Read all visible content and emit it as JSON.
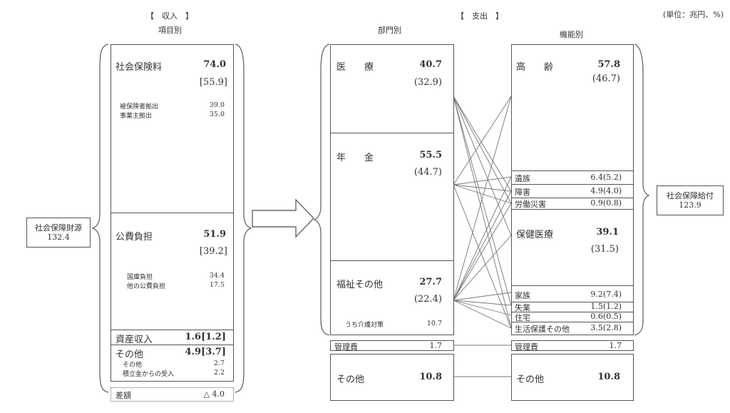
{
  "unit": "(単位：兆円、%)",
  "income": {
    "header": "【　収入　】",
    "subheader": "項目別",
    "source_total": {
      "label": "社会保障財源",
      "value": "132.4"
    },
    "items": [
      {
        "label": "社会保険料",
        "value": "74.0",
        "share": "[55.9]",
        "sub": [
          {
            "label": "被保険者拠出",
            "value": "39.0"
          },
          {
            "label": "事業主拠出",
            "value": "35.0"
          }
        ]
      },
      {
        "label": "公費負担",
        "value": "51.9",
        "share": "[39.2]",
        "sub": [
          {
            "label": "国庫負担",
            "value": "34.4"
          },
          {
            "label": "他の公費負担",
            "value": "17.5"
          }
        ]
      },
      {
        "label": "資産収入",
        "value": "1.6[1.2]"
      },
      {
        "label": "その他",
        "value": "4.9[3.7]",
        "sub": [
          {
            "label": "その他",
            "value": "2.7"
          },
          {
            "label": "積立金からの受入",
            "value": "2.2"
          }
        ]
      }
    ],
    "difference": {
      "label": "差額",
      "value": "△ 4.0"
    }
  },
  "expenditure": {
    "header": "【　支出　】",
    "by_sector": {
      "subheader": "部門別",
      "items": [
        {
          "label": "医　　療",
          "value": "40.7",
          "share": "(32.9)"
        },
        {
          "label": "年　　金",
          "value": "55.5",
          "share": "(44.7)"
        },
        {
          "label": "福祉その他",
          "value": "27.7",
          "share": "(22.4)",
          "sub": [
            {
              "label": "うち介護対策",
              "value": "10.7"
            }
          ]
        }
      ],
      "admin": {
        "label": "管理費",
        "value": "1.7"
      },
      "other": {
        "label": "その他",
        "value": "10.8"
      }
    },
    "by_function": {
      "subheader": "機能別",
      "items": [
        {
          "label": "高　　齢",
          "value": "57.8",
          "share": "(46.7)"
        },
        {
          "label": "遺族",
          "value": "6.4(5.2)"
        },
        {
          "label": "障害",
          "value": "4.9(4.0)"
        },
        {
          "label": "労働災害",
          "value": "0.9(0.8)"
        },
        {
          "label": "保健医療",
          "value": "39.1",
          "share": "(31.5)"
        },
        {
          "label": "家族",
          "value": "9.2(7.4)"
        },
        {
          "label": "失業",
          "value": "1.5(1.2)"
        },
        {
          "label": "住宅",
          "value": "0.6(0.5)"
        },
        {
          "label": "生活保護その他",
          "value": "3.5(2.8)"
        }
      ],
      "admin": {
        "label": "管理費",
        "value": "1.7"
      },
      "other": {
        "label": "その他",
        "value": "10.8"
      }
    },
    "benefit_total": {
      "label": "社会保障給付",
      "value": "123.9"
    }
  }
}
